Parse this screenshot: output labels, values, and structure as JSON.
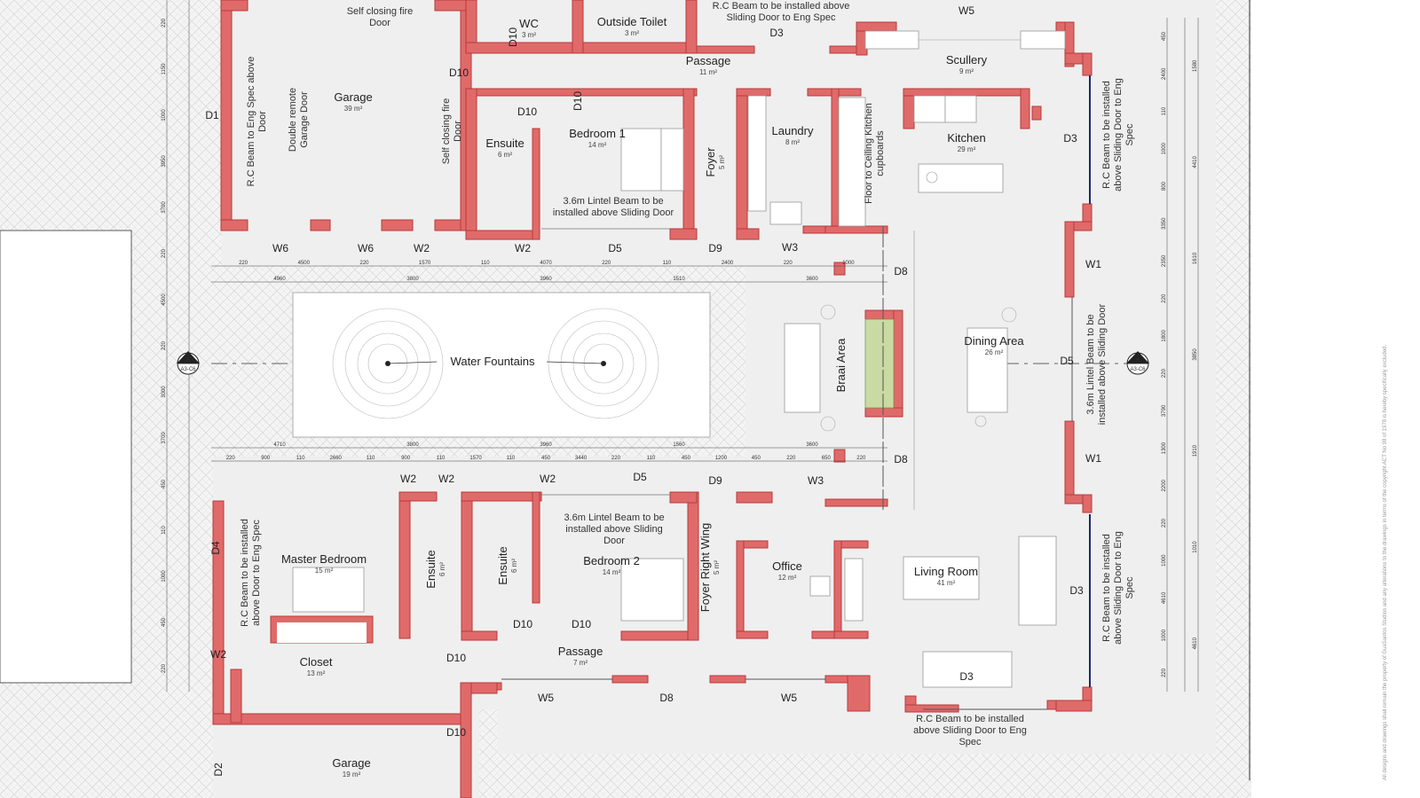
{
  "rooms": [
    {
      "id": "garage-top",
      "name": "Garage",
      "area": "39 m²"
    },
    {
      "id": "wc",
      "name": "WC",
      "area": "3 m²"
    },
    {
      "id": "outside-toilet",
      "name": "Outside Toilet",
      "area": "3 m²"
    },
    {
      "id": "passage-top",
      "name": "Passage",
      "area": "11 m²"
    },
    {
      "id": "scullery",
      "name": "Scullery",
      "area": "9 m²"
    },
    {
      "id": "ensuite-top",
      "name": "Ensuite",
      "area": "6 m²"
    },
    {
      "id": "bedroom1",
      "name": "Bedroom 1",
      "area": "14 m²"
    },
    {
      "id": "foyer",
      "name": "Foyer",
      "area": "5 m²"
    },
    {
      "id": "laundry",
      "name": "Laundry",
      "area": "8 m²"
    },
    {
      "id": "kitchen",
      "name": "Kitchen",
      "area": "29 m²"
    },
    {
      "id": "dining",
      "name": "Dining Area",
      "area": "26 m²"
    },
    {
      "id": "braai",
      "name": "Braai Area",
      "area": ""
    },
    {
      "id": "fountains",
      "name": "Water Fountains",
      "area": ""
    },
    {
      "id": "master",
      "name": "Master Bedroom",
      "area": "15 m²"
    },
    {
      "id": "ensuite-a",
      "name": "Ensuite",
      "area": "6 m²"
    },
    {
      "id": "ensuite-b",
      "name": "Ensuite",
      "area": "6 m²"
    },
    {
      "id": "bedroom2",
      "name": "Bedroom 2",
      "area": "14 m²"
    },
    {
      "id": "foyer-right",
      "name": "Foyer Right Wing",
      "area": "5 m²"
    },
    {
      "id": "office",
      "name": "Office",
      "area": "12 m²"
    },
    {
      "id": "living",
      "name": "Living Room",
      "area": "41 m²"
    },
    {
      "id": "closet",
      "name": "Closet",
      "area": "13 m²"
    },
    {
      "id": "passage-bottom",
      "name": "Passage",
      "area": "7 m²"
    },
    {
      "id": "garage-bottom",
      "name": "Garage",
      "area": "19 m²"
    }
  ],
  "notes": {
    "rc_top": [
      "R.C Beam to be installed above",
      "Sliding  Door to Eng Spec"
    ],
    "fire_door_top": [
      "Self closing fire",
      "Door"
    ],
    "fire_door_side": [
      "Self closing fire",
      "Door"
    ],
    "rc_garage": [
      "R.C Beam to Eng Spec above",
      "Door"
    ],
    "double_garage": [
      "Double remote",
      "Garage Door"
    ],
    "lintel_bed1": [
      "3.6m Lintel Beam to be",
      "installed above Sliding  Door"
    ],
    "kitchen_cupboards": [
      "Floor to Ceiling Kitchen",
      "cupboards"
    ],
    "rc_right_top": [
      "R.C Beam to be installed",
      "above Sliding  Door to Eng",
      "Spec"
    ],
    "lintel_right": [
      "3.6m Lintel Beam to be",
      "installed above Sliding  Door"
    ],
    "lintel_bed2": [
      "3.6m Lintel Beam to be",
      "installed above Sliding",
      "Door"
    ],
    "rc_master": [
      "R.C Beam to be installed",
      "above  Door to Eng Spec"
    ],
    "rc_right_bottom": [
      "R.C Beam to be installed",
      "above Sliding  Door to Eng",
      "Spec"
    ],
    "rc_bottom": [
      "R.C Beam to be installed",
      "above Sliding  Door to Eng",
      "Spec"
    ]
  },
  "codes": {
    "w5_top": "W5",
    "d3_top": "D3",
    "d10_a": "D10",
    "d10_b": "D10",
    "d10_c": "D10",
    "d10_d": "D10",
    "d1": "D1",
    "d3_right_top": "D3",
    "w6_a": "W6",
    "w6_b": "W6",
    "w2_a": "W2",
    "w2_b": "W2",
    "d5_top": "D5",
    "d9_top": "D9",
    "w3_top": "W3",
    "d8_top": "D8",
    "w1_top": "W1",
    "d5_right": "D5",
    "w1_bottom": "W1",
    "d8_bottom": "D8",
    "w2_c": "W2",
    "w2_d": "W2",
    "w2_e": "W2",
    "d5_bottom": "D5",
    "d9_bottom": "D9",
    "w3_bottom": "W3",
    "d4": "D4",
    "w2_left": "W2",
    "d10_e": "D10",
    "d10_f": "D10",
    "d10_g": "D10",
    "d10_h": "D10",
    "d3_right_bottom": "D3",
    "d3_living": "D3",
    "w5_a": "W5",
    "d8_passage": "D8",
    "w5_b": "W5",
    "d2": "D2"
  },
  "section_marker": {
    "letter": "A",
    "sheet": "A3-C6"
  },
  "dimensions": {
    "row_top": [
      "220",
      "4500",
      "220",
      "1570",
      "110",
      "4070",
      "220",
      "110",
      "2400",
      "220",
      "1000"
    ],
    "row_top2": [
      "4960",
      "3800",
      "3960",
      "1510",
      "3600"
    ],
    "row_mid": [
      "4710",
      "3800",
      "3960",
      "1560",
      "3600"
    ],
    "row_bottom": [
      "220",
      "900",
      "110",
      "2660",
      "110",
      "900",
      "110",
      "1570",
      "110",
      "450",
      "3440",
      "220",
      "110",
      "450",
      "1200",
      "450",
      "220",
      "650",
      "220"
    ],
    "left_col": [
      "220",
      "1150",
      "1000",
      "3950",
      "3700",
      "220",
      "4500",
      "220",
      "3000",
      "3700",
      "450",
      "110",
      "1000",
      "450",
      "220"
    ],
    "right_col": [
      "450",
      "2400",
      "110",
      "1000",
      "800",
      "3350",
      "2350",
      "220",
      "1800",
      "220",
      "3790",
      "1300",
      "2200",
      "220",
      "1000",
      "4610",
      "1000",
      "220"
    ],
    "right_col2": [
      "1580",
      "4410",
      "1610",
      "3850",
      "1910",
      "1010",
      "4610"
    ]
  },
  "copyright": "All designs and drawings shall remain the property of GuaSantos Studios and any alterations to the drawings in terms of the copyright ACT No 98 of 1978 is hereby specifically excluded."
}
